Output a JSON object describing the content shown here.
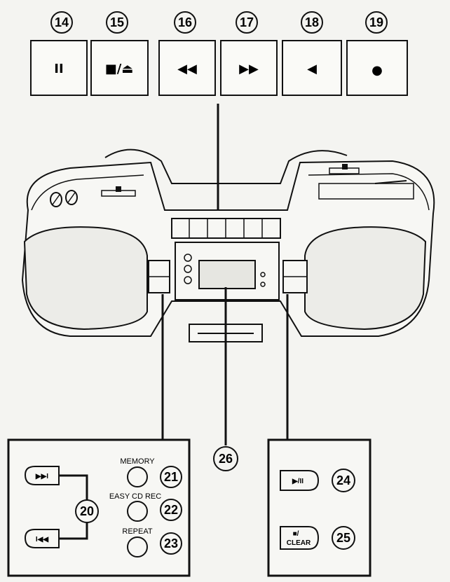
{
  "top_callouts": [
    {
      "num": "14",
      "glyph": "II"
    },
    {
      "num": "15",
      "glyph": "■/⏏"
    },
    {
      "num": "16",
      "glyph": "◀◀"
    },
    {
      "num": "17",
      "glyph": "▶▶"
    },
    {
      "num": "18",
      "glyph": "◀"
    },
    {
      "num": "19",
      "glyph": "●"
    }
  ],
  "display_callout": "26",
  "left_panel": {
    "skip_fwd_glyph": "▶▶I",
    "skip_back_glyph": "I◀◀",
    "skip_callout": "20",
    "buttons": [
      {
        "label": "MEMORY",
        "num": "21"
      },
      {
        "label": "EASY CD REC",
        "num": "22"
      },
      {
        "label": "REPEAT",
        "num": "23"
      }
    ]
  },
  "right_panel": {
    "play_pause_glyph": "▶/II",
    "play_pause_num": "24",
    "stop_glyph": "■/",
    "stop_label": "CLEAR",
    "stop_num": "25"
  }
}
